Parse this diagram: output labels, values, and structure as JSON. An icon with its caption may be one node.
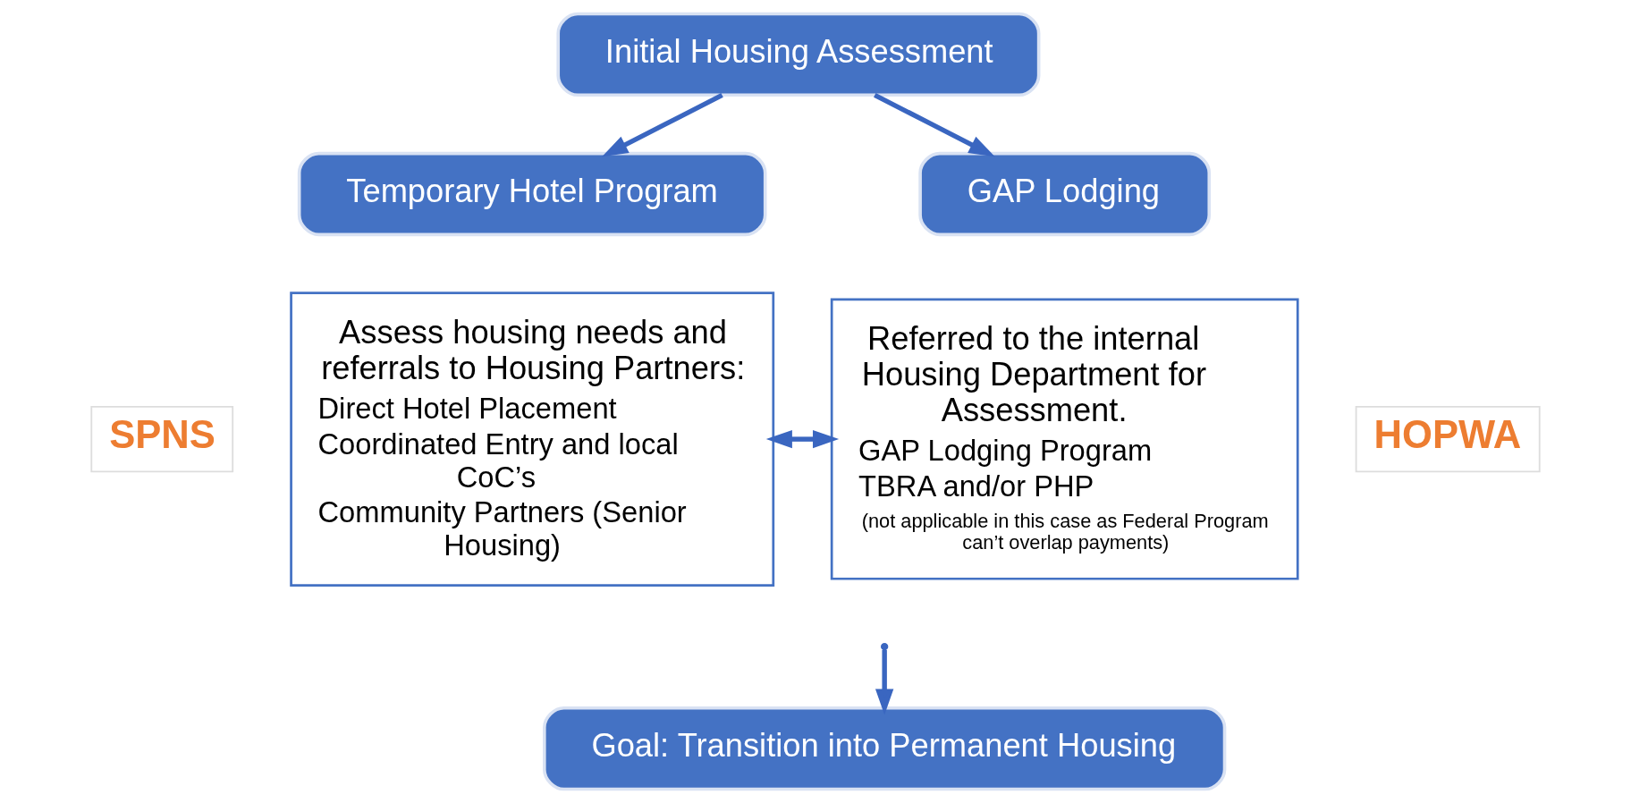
{
  "diagram": {
    "nodes": [
      {
        "text": [
          "Initial Housing Assessment"
        ]
      },
      {
        "text": [
          "Temporary Hotel Program"
        ]
      },
      {
        "text": [
          "GAP Lodging"
        ]
      },
      {
        "text": [
          "SPNS"
        ]
      },
      {
        "text": [
          "Assess housing needs and referrals to Housing Partners:",
          "Direct Hotel Placement",
          "Coordinated Entry and local CoC’s",
          "Community Partners (Senior Housing)"
        ]
      },
      {
        "text": [
          "Referred to the internal Housing Department for Assessment.",
          "GAP Lodging Program",
          "TBRA and/or PHP",
          "(not applicable in this case as Federal Program can’t overlap payments)"
        ]
      },
      {
        "text": [
          "HOPWA"
        ]
      },
      {
        "text": [
          "Goal: Transition into Permanent Housing"
        ]
      }
    ],
    "edges": [
      {
        "from": 0,
        "to": 1,
        "arrow": "to"
      },
      {
        "from": 0,
        "to": 2,
        "arrow": "to"
      },
      {
        "from": 4,
        "to": 5,
        "arrow": "both"
      },
      {
        "from": null,
        "to": 7,
        "arrow": "to"
      }
    ]
  }
}
